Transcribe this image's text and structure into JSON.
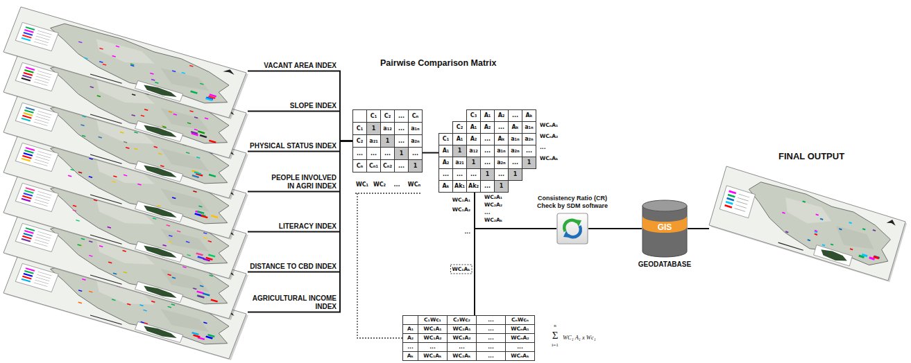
{
  "diagram": {
    "nodes": [
      {
        "text": [
          "VACANT AREA INDEX"
        ]
      },
      {
        "text": [
          "SLOPE INDEX"
        ]
      },
      {
        "text": [
          "PHYSICAL STATUS INDEX"
        ]
      },
      {
        "text": [
          "PEOPLE INVOLVED IN AGRI INDEX"
        ]
      },
      {
        "text": [
          "LITERACY INDEX"
        ]
      },
      {
        "text": [
          "DISTANCE TO CBD INDEX"
        ]
      },
      {
        "text": [
          "AGRICULTURAL INCOME INDEX"
        ]
      },
      {
        "text": [
          "C₁",
          "C₂",
          "...",
          "Cₙ",
          "C₁",
          "1",
          "a₁₂",
          "...",
          "a₁ₙ",
          "C₂",
          "a₂₁",
          "1",
          "...",
          "a₂ₙ",
          "...",
          "...",
          "...",
          "1",
          "...",
          "Cₙ",
          "Cₙ₁",
          "Cₙ₂",
          "...",
          "1"
        ]
      },
      {
        "text": [
          "C₃",
          "A₁",
          "A₂",
          "...",
          "Aₖ",
          "a₁ₙ",
          "a₂ₙ",
          "...",
          "1"
        ]
      },
      {
        "text": [
          "C₂",
          "A₁",
          "A₂",
          "...",
          "Aₖ",
          "a₁ₙ",
          "a₂ₙ",
          "...",
          "1"
        ]
      },
      {
        "text": [
          "C₁",
          "A₁",
          "A₂",
          "...",
          "Aₖ",
          "A₁",
          "1",
          "a₁₂",
          "...",
          "a₁ₙ",
          "A₂",
          "a₂₁",
          "1",
          "...",
          "a₂ₙ",
          "...",
          "...",
          "...",
          "1",
          "...",
          "Aₖ",
          "Ak₁",
          "Ak₂",
          "...",
          "1"
        ]
      },
      {
        "text": [
          "C₁Wc₁",
          "C₂Wc₂",
          "...",
          "CₙWcₙ",
          "A₁",
          "WC₁A₁",
          "WC₂A₁",
          "...",
          "WCₙA₁",
          "A₂",
          "WC₁A₂",
          "WC₂A₂",
          "...",
          "WCₙA₂",
          "...",
          "...",
          "...",
          "...",
          "...",
          "Aₖ",
          "WC₁Aₖ",
          "WC₂Aₖ",
          "...",
          "WCₙAₖ"
        ]
      },
      {
        "text": [
          "Consistency Ratio (CR) Check by SDM software"
        ]
      },
      {
        "text": [
          "GIS",
          "GEODATABASE"
        ]
      },
      {
        "text": [
          "FINAL OUTPUT"
        ]
      }
    ],
    "edges": [
      {
        "from": 0,
        "to": 7,
        "arrow": "none"
      },
      {
        "from": 1,
        "to": 7,
        "arrow": "none"
      },
      {
        "from": 2,
        "to": 7,
        "arrow": "none"
      },
      {
        "from": 3,
        "to": 7,
        "arrow": "none"
      },
      {
        "from": 4,
        "to": 7,
        "arrow": "none"
      },
      {
        "from": 5,
        "to": 7,
        "arrow": "none"
      },
      {
        "from": 6,
        "to": 7,
        "arrow": "none"
      },
      {
        "from": 7,
        "to": 10,
        "arrow": "none"
      },
      {
        "from": 10,
        "to": 11,
        "arrow": "none"
      },
      {
        "from": 10,
        "to": 12,
        "arrow": "none"
      },
      {
        "from": 12,
        "to": 13,
        "arrow": "none"
      },
      {
        "from": 13,
        "to": 14,
        "arrow": "none"
      }
    ],
    "labels": [
      "Pairwise Comparison Matrix",
      "WC₁",
      "WC₂",
      "...",
      "WCₙ",
      "WC₁A₁",
      "WC₁A₂",
      "...",
      "WC₁Aₖ",
      "WC₂A₁",
      "WC₂A₂",
      "...",
      "WC₂Aₖ",
      "WCₙA₁",
      "WCₙA₂",
      "...",
      "WCₙAₖ",
      "n",
      "Σ",
      "i=1",
      "WC₁ A₁ x Wc₁"
    ]
  }
}
